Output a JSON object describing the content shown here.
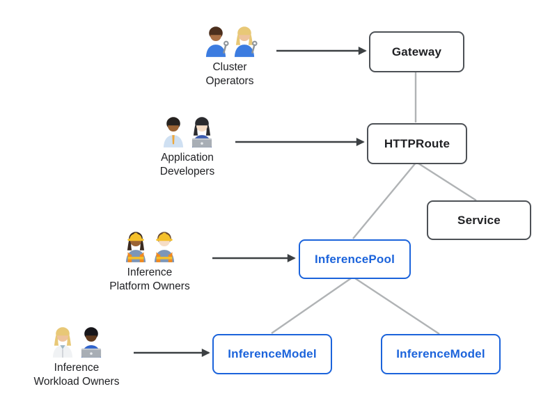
{
  "diagram": {
    "background": "#ffffff",
    "nodes": [
      {
        "id": "gateway",
        "label": "Gateway",
        "style": "dark"
      },
      {
        "id": "httproute",
        "label": "HTTPRoute",
        "style": "dark"
      },
      {
        "id": "service",
        "label": "Service",
        "style": "dark"
      },
      {
        "id": "inference-pool",
        "label": "InferencePool",
        "style": "blue"
      },
      {
        "id": "inference-model-left",
        "label": "InferenceModel",
        "style": "blue"
      },
      {
        "id": "inference-model-right",
        "label": "InferenceModel",
        "style": "blue"
      }
    ],
    "connections": [
      {
        "from": "Gateway",
        "to": "HTTPRoute"
      },
      {
        "from": "HTTPRoute",
        "to": "Service"
      },
      {
        "from": "HTTPRoute",
        "to": "InferencePool"
      },
      {
        "from": "InferencePool",
        "to": "InferenceModel (left)"
      },
      {
        "from": "InferencePool",
        "to": "InferenceModel (right)"
      }
    ],
    "personas": [
      {
        "label": "Cluster\nOperators",
        "icons": [
          "man-mechanic",
          "woman-mechanic"
        ],
        "points_to": "Gateway"
      },
      {
        "label": "Application\nDevelopers",
        "icons": [
          "man-office-worker",
          "woman-technologist"
        ],
        "points_to": "HTTPRoute"
      },
      {
        "label": "Inference\nPlatform Owners",
        "icons": [
          "woman-construction-worker",
          "man-construction-worker"
        ],
        "points_to": "InferencePool"
      },
      {
        "label": "Inference\nWorkload Owners",
        "icons": [
          "person-health-worker",
          "man-technologist"
        ],
        "points_to": "InferenceModel (left)"
      }
    ],
    "colors": {
      "node_border_dark": "#4d5156",
      "node_text_dark": "#202124",
      "node_blue": "#1b63db",
      "edge_gray": "#b0b3b5",
      "arrow_dark": "#3c4043",
      "label_text": "#202124",
      "helmet_yellow": "#f5c02a",
      "vest_orange": "#f28a1e"
    },
    "figures": {
      "man-mechanic": {
        "skin": "#aa7045",
        "hair": "#4c2f1d",
        "shirt": "#3c7ce0",
        "accessory": "wrench",
        "longHair": false
      },
      "woman-mechanic": {
        "skin": "#eec39d",
        "hair": "#e8c877",
        "shirt": "#3c7ce0",
        "accessory": "wrench",
        "longHair": true
      },
      "man-office-worker": {
        "skin": "#9a6334",
        "hair": "#26221f",
        "shirt": "#cfe0f2",
        "accessory": "tie",
        "longHair": false
      },
      "woman-technologist": {
        "skin": "#f6ddc6",
        "hair": "#2b2b2e",
        "shirt": "#3b5bb0",
        "accessory": "laptop",
        "longHair": true
      },
      "woman-construction-worker": {
        "skin": "#9a6334",
        "hair": "#3a2a20",
        "shirt": "#7c96b8",
        "accessory": "helmet",
        "longHair": true
      },
      "man-construction-worker": {
        "skin": "#f6ddc6",
        "hair": "#6b4a2f",
        "shirt": "#7c96b8",
        "accessory": "helmet",
        "longHair": false
      },
      "person-health-worker": {
        "skin": "#eec39d",
        "hair": "#e8c877",
        "shirt": "#f0f2f4",
        "accessory": "coat",
        "longHair": true
      },
      "man-technologist": {
        "skin": "#5f3a1e",
        "hair": "#17161a",
        "shirt": "#2f63cc",
        "accessory": "laptop",
        "longHair": false
      }
    }
  }
}
